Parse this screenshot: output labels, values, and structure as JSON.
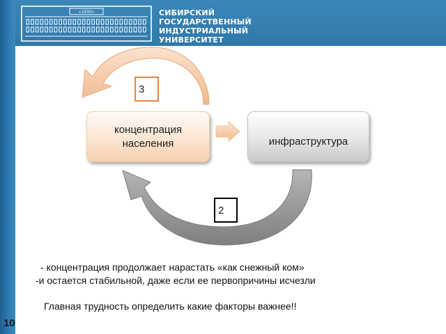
{
  "header": {
    "university_name": [
      "СИБИРСКИЙ",
      "ГОСУДАРСТВЕННЫЙ",
      "ИНДУСТРИАЛЬНЫЙ",
      "УНИВЕРСИТЕТ"
    ],
    "building_plate": "«1930»",
    "colors": {
      "band": "#2f78aa",
      "side_bar": "#1e5f8f"
    }
  },
  "diagram": {
    "node_population": "концентрация населения",
    "node_infrastructure": "инфраструктура",
    "loop_top_number": "3",
    "loop_bottom_number": "2",
    "colors": {
      "top_arrow": "#f3c7a3",
      "bottom_arrow": "#9a9a9a",
      "small_arrow": "#f5c7a0"
    }
  },
  "notes": {
    "line1": " - концентрация продолжает нарастать «как снежный ком»",
    "line2": "-и остается стабильной, даже если ее первопричины исчезли",
    "line3": "Главная трудность определить какие факторы важнее!!"
  },
  "slide_number": "10"
}
